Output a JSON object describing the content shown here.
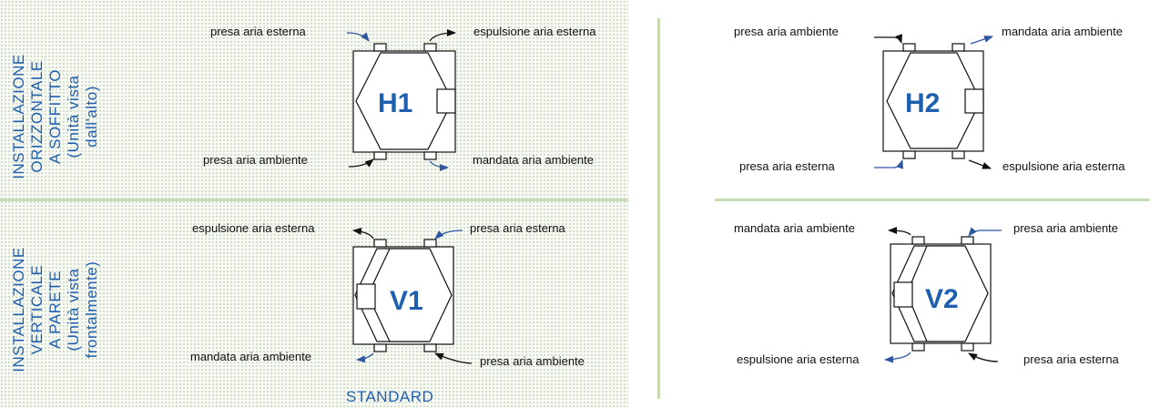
{
  "sections": {
    "horizontal": [
      "INSTALLAZIONE",
      "ORIZZONTALE",
      "A SOFFITTO",
      "(Unità vista",
      "dall'alto)"
    ],
    "vertical": [
      "INSTALLAZIONE",
      "VERTICALE",
      "A PARETE",
      "(Unità vista",
      "frontalmente)"
    ],
    "standard_label": "STANDARD"
  },
  "units": {
    "h1": {
      "name": "H1",
      "top_left": "presa aria esterna",
      "top_right": "espulsione aria esterna",
      "bottom_left": "presa aria ambiente",
      "bottom_right": "mandata aria ambiente"
    },
    "h2": {
      "name": "H2",
      "top_left": "presa aria ambiente",
      "top_right": "mandata aria ambiente",
      "bottom_left": "presa aria esterna",
      "bottom_right": "espulsione aria esterna"
    },
    "v1": {
      "name": "V1",
      "top_left": "espulsione aria esterna",
      "top_right": "presa aria esterna",
      "bottom_left": "mandata aria ambiente",
      "bottom_right": "presa aria ambiente"
    },
    "v2": {
      "name": "V2",
      "top_left": "mandata aria ambiente",
      "top_right": "presa aria ambiente",
      "bottom_left": "espulsione aria esterna",
      "bottom_right": "presa aria esterna"
    }
  },
  "colors": {
    "accent": "#1f5fb0",
    "separator": "#c5dcb3",
    "arrow_blue": "#2f56a0",
    "arrow_black": "#111111"
  }
}
